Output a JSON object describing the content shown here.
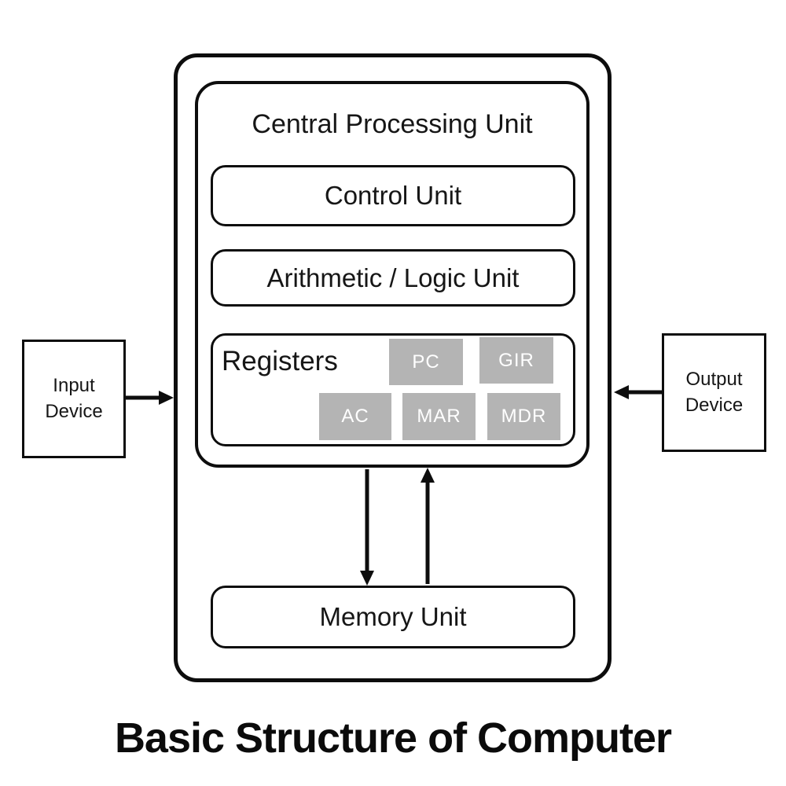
{
  "title": "Basic Structure of Computer",
  "diagram": {
    "cpu": {
      "label": "Central Processing Unit",
      "control_unit_label": "Control Unit",
      "alu_label": "Arithmetic / Logic Unit",
      "registers": {
        "label": "Registers",
        "row1": [
          "PC",
          "GIR"
        ],
        "row2": [
          "AC",
          "MAR",
          "MDR"
        ]
      }
    },
    "memory_unit_label": "Memory Unit",
    "input_device": {
      "line1": "Input",
      "line2": "Device"
    },
    "output_device": {
      "line1": "Output",
      "line2": "Device"
    },
    "colors": {
      "stroke": "#0d0d0d",
      "register_fill": "#b4b4b4",
      "register_text": "#ffffff",
      "background": "#ffffff"
    }
  }
}
